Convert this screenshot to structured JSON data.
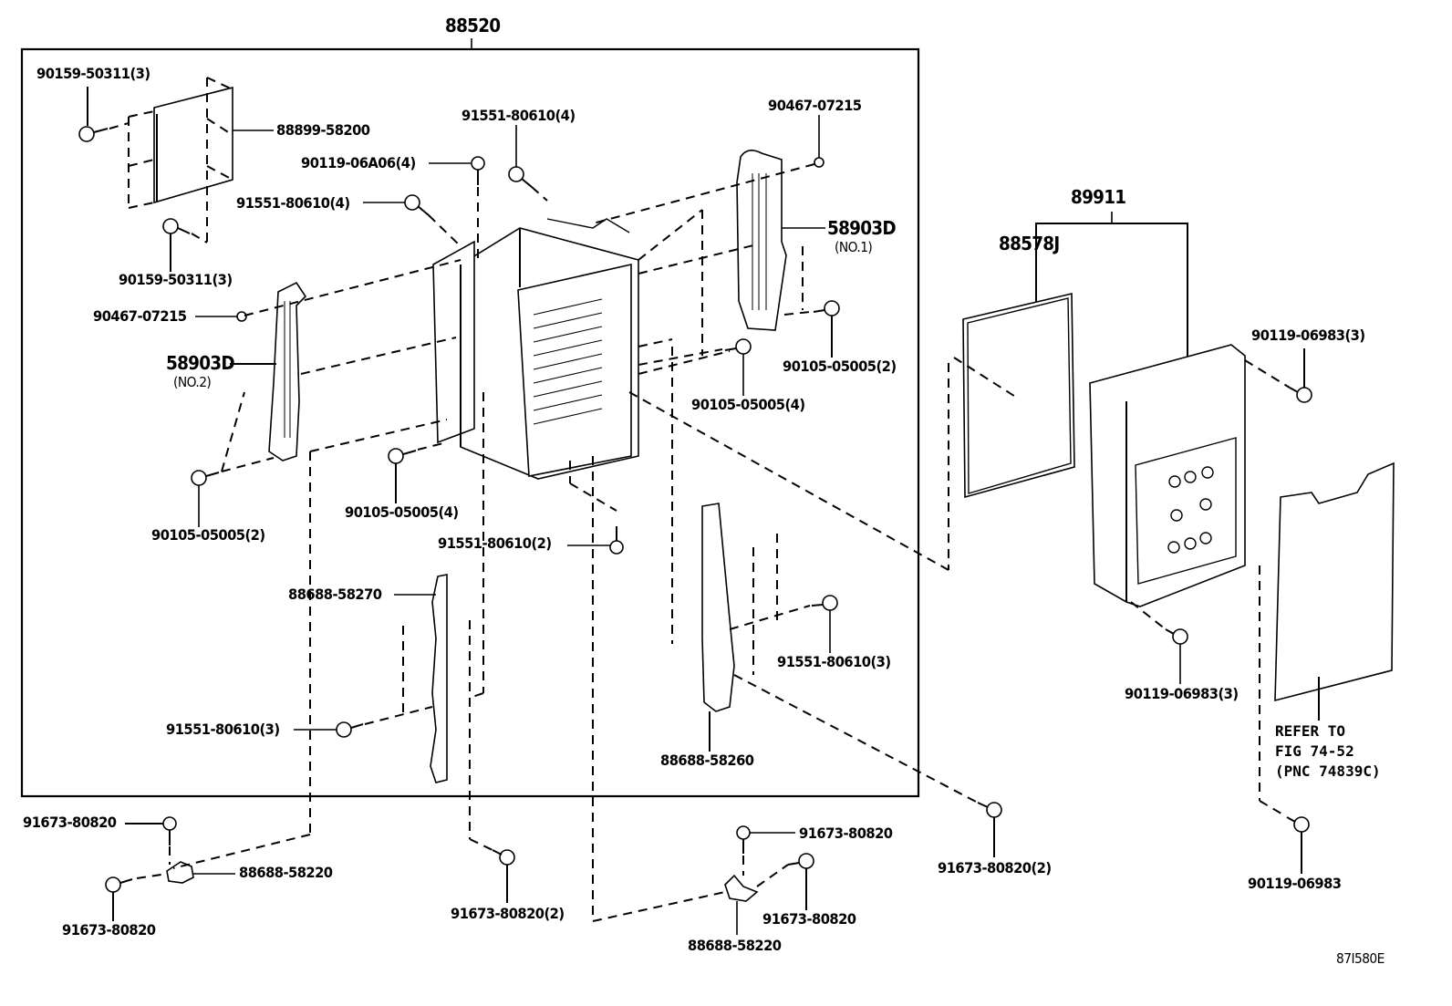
{
  "diagram": {
    "title": "Exploded parts diagram - battery assembly",
    "illustration_code": "87I580E",
    "assembly_box_label": "88520",
    "group_label": "89911",
    "labels": {
      "l_90159_top": "90159-50311(3)",
      "l_88899": "88899-58200",
      "l_90119_06a06": "90119-06A06(4)",
      "l_91551_left4": "91551-80610(4)",
      "l_91551_top4": "91551-80610(4)",
      "l_90467_top": "90467-07215",
      "l_58903d_no1": "58903D",
      "l_58903d_no1_sub": "(NO.1)",
      "l_90159_bottom": "90159-50311(3)",
      "l_90467_left": "90467-07215",
      "l_58903d_no2": "58903D",
      "l_58903d_no2_sub": "(NO.2)",
      "l_90105_right2": "90105-05005(2)",
      "l_90105_mid4": "90105-05005(4)",
      "l_90105_left4": "90105-05005(4)",
      "l_90105_left2": "90105-05005(2)",
      "l_91551_2": "91551-80610(2)",
      "l_88688_58270": "88688-58270",
      "l_91551_right3": "91551-80610(3)",
      "l_91551_left3": "91551-80610(3)",
      "l_88688_58260": "88688-58260",
      "l_91673_a": "91673-80820",
      "l_88688_58220_a": "88688-58220",
      "l_91673_b": "91673-80820",
      "l_91673_c2": "91673-80820(2)",
      "l_91673_d": "91673-80820",
      "l_91673_e": "91673-80820",
      "l_88688_58220_b": "88688-58220",
      "l_91673_f2": "91673-80820(2)",
      "l_88578j": "88578J",
      "l_90119_06983_top": "90119-06983(3)",
      "l_90119_06983_mid": "90119-06983(3)",
      "l_90119_06983_bot": "90119-06983",
      "l_refer": "REFER TO\nFIG 74-52\n(PNC 74839C)"
    }
  }
}
